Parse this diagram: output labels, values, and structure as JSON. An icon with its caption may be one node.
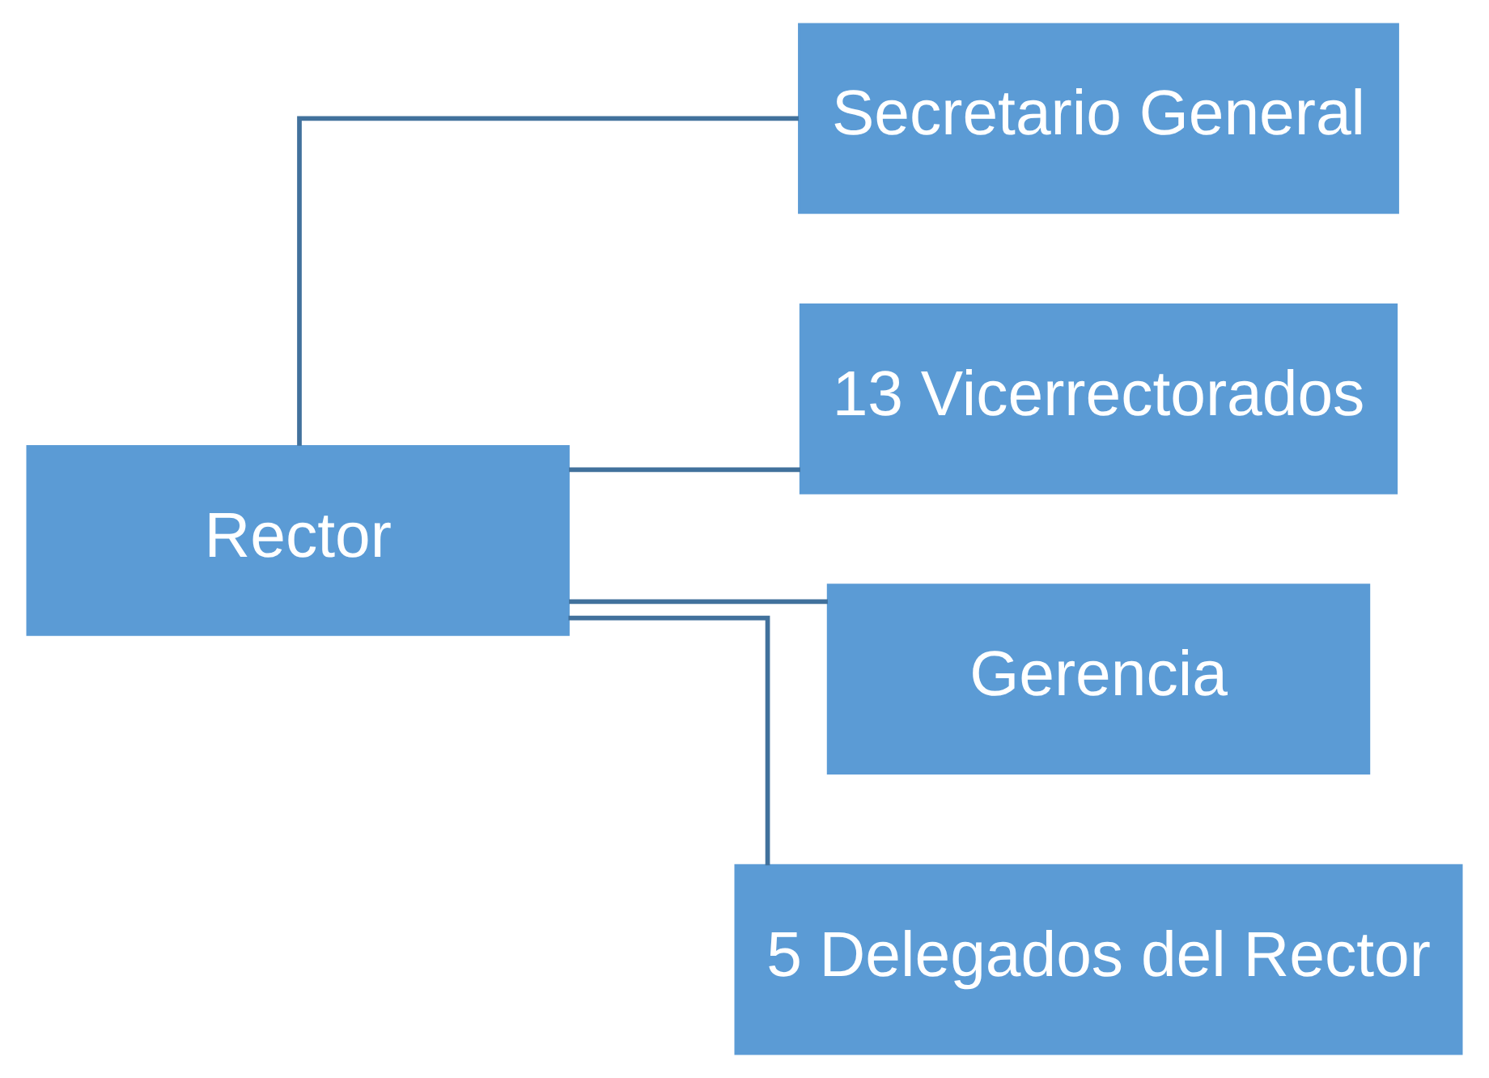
{
  "diagram": {
    "nodes": [
      {
        "text": [
          "Rector"
        ]
      },
      {
        "text": [
          "Secretario General"
        ]
      },
      {
        "text": [
          "13 Vicerrectorados"
        ]
      },
      {
        "text": [
          "Gerencia"
        ]
      },
      {
        "text": [
          "5 Delegados del Rector"
        ]
      }
    ],
    "edges": [
      {
        "from": 0,
        "to": 1,
        "arrow": "none"
      },
      {
        "from": 0,
        "to": 2,
        "arrow": "none"
      },
      {
        "from": 0,
        "to": 3,
        "arrow": "none"
      },
      {
        "from": 0,
        "to": 4,
        "arrow": "none"
      }
    ]
  }
}
